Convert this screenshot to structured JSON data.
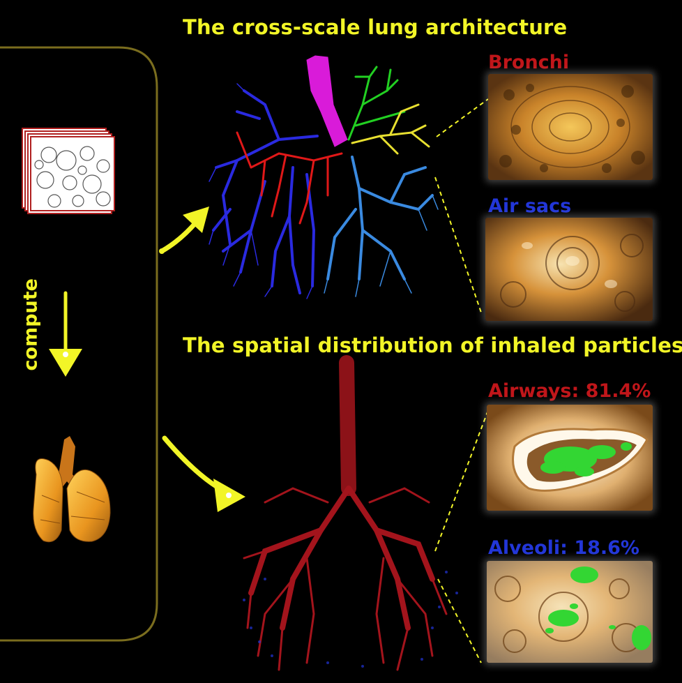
{
  "titles": {
    "architecture": "The cross-scale lung architecture",
    "distribution": "The spatial distribution of inhaled particles"
  },
  "left_panel": {
    "compute_label": "compute"
  },
  "labels": {
    "bronchi": "Bronchi",
    "air_sacs": "Air sacs",
    "airways": "Airways: 81.4%",
    "alveoli": "Alveoli: 18.6%"
  },
  "colors": {
    "title_yellow": "#f2f527",
    "bronchi_red": "#c0161a",
    "air_sacs_blue": "#2236d8",
    "airways_red": "#c0161a",
    "alveoli_blue": "#2236d8",
    "trachea_magenta": "#d91bd9",
    "particle_red": "#a3141c",
    "particle_green": "#33d633",
    "tissue_orange": "#d9902a"
  }
}
